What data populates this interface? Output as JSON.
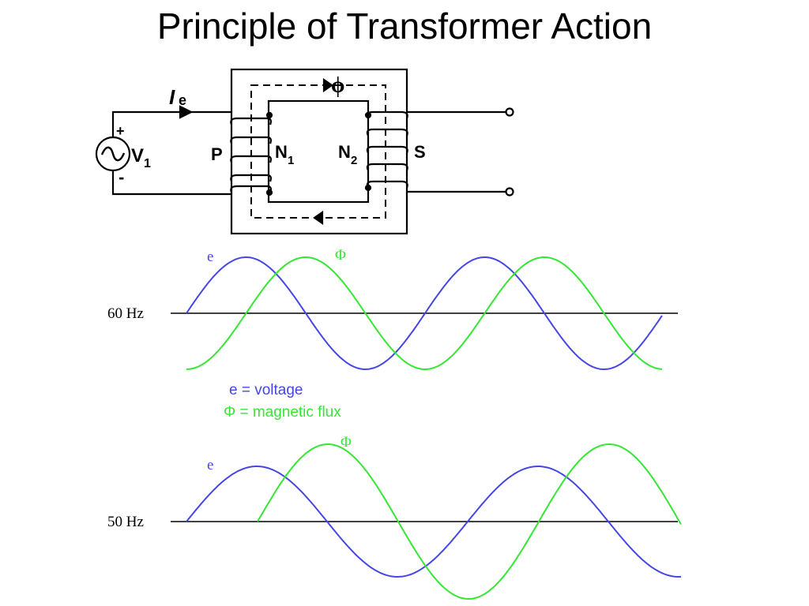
{
  "slide": {
    "title": "Principle of Transformer Action"
  },
  "circuit": {
    "current_label": "I",
    "current_subscript": "e",
    "flux_label": "ϕ",
    "source_label": "V",
    "source_subscript": "1",
    "plus_sign": "+",
    "minus_sign": "-",
    "primary_label": "P",
    "primary_turns": "N",
    "primary_turns_subscript": "1",
    "secondary_turns": "N",
    "secondary_turns_subscript": "2",
    "secondary_label": "S",
    "source_symbol": "sine-source-icon"
  },
  "plot_60hz": {
    "freq_label": "60 Hz",
    "voltage_label": "e",
    "flux_label": "Φ"
  },
  "legend": {
    "voltage_text": "e = voltage",
    "flux_text": "Φ = magnetic flux"
  },
  "plot_50hz": {
    "freq_label": "50 Hz",
    "voltage_label": "e",
    "flux_label": "Φ"
  },
  "colors": {
    "voltage": "#4646e6",
    "flux": "#35e635",
    "axis": "#000000"
  }
}
